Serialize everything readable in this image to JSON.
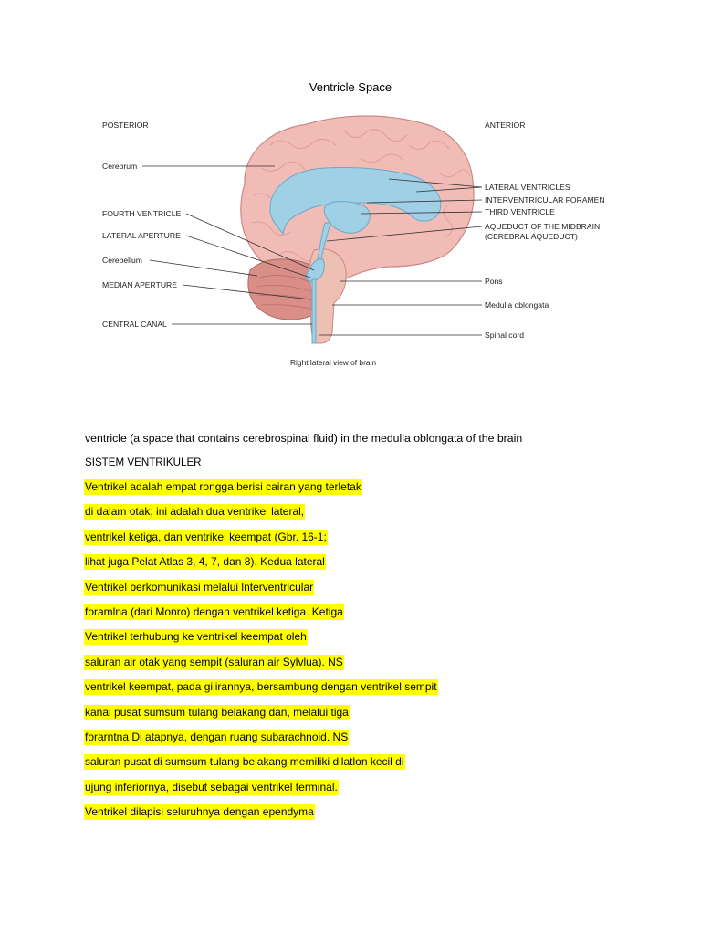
{
  "document": {
    "title": "Ventricle Space",
    "figure": {
      "labels": {
        "posterior": "POSTERIOR",
        "anterior": "ANTERIOR",
        "cerebrum": "Cerebrum",
        "fourth_ventricle": "FOURTH VENTRICLE",
        "lateral_aperture": "LATERAL APERTURE",
        "cerebellum": "Cerebellum",
        "median_aperture": "MEDIAN APERTURE",
        "central_canal": "CENTRAL CANAL",
        "lateral_ventricles": "LATERAL VENTRICLES",
        "interventricular_foramen": "INTERVENTRICULAR FORAMEN",
        "third_ventricle": "THIRD VENTRICLE",
        "aqueduct_line1": "AQUEDUCT OF THE MIDBRAIN",
        "aqueduct_line2": "(CEREBRAL AQUEDUCT)",
        "pons": "Pons",
        "medulla": "Medulla oblongata",
        "spinal_cord": "Spinal cord"
      },
      "caption": "Right lateral view of brain",
      "colors": {
        "brain": "#f2bcb6",
        "brain_outline": "#c98a86",
        "ventricle": "#9fd0e6",
        "ventricle_outline": "#6aa9c7",
        "cerebellum": "#d98e88",
        "brainstem": "#eebfb3"
      }
    },
    "intro": "ventricle (a space that contains cerebrospinal fluid) in the medulla oblongata of the brain",
    "heading": "SISTEM VENTRIKULER",
    "highlighted_lines": [
      "Ventrikel adalah empat rongga berisi cairan yang terletak",
      "di dalam otak; ini adalah dua ventrikel lateral,",
      "ventrikel ketiga, dan ventrikel keempat (Gbr. 16-1;",
      "lihat juga Pelat Atlas 3, 4, 7, dan 8). Kedua lateral",
      "Ventrikel berkomunikasi melalui lnterventrlcular",
      "foramlna (dari Monro) dengan ventrikel ketiga. Ketiga",
      "Ventrikel terhubung ke ventrikel keempat oleh",
      "saluran air otak yang sempit (saluran air Sylvlua). NS",
      "ventrikel keempat, pada gilirannya, bersambung dengan ventrikel sempit",
      "kanal pusat sumsum tulang belakang dan, melalui tiga",
      "forarntna Di atapnya, dengan ruang subarachnoid. NS",
      "saluran pusat di sumsum tulang belakang memiliki dllatlon kecil di",
      "ujung inferiornya, disebut sebagai ventrikel terminal.",
      "Ventrikel dilapisi seluruhnya dengan ependyma"
    ]
  }
}
